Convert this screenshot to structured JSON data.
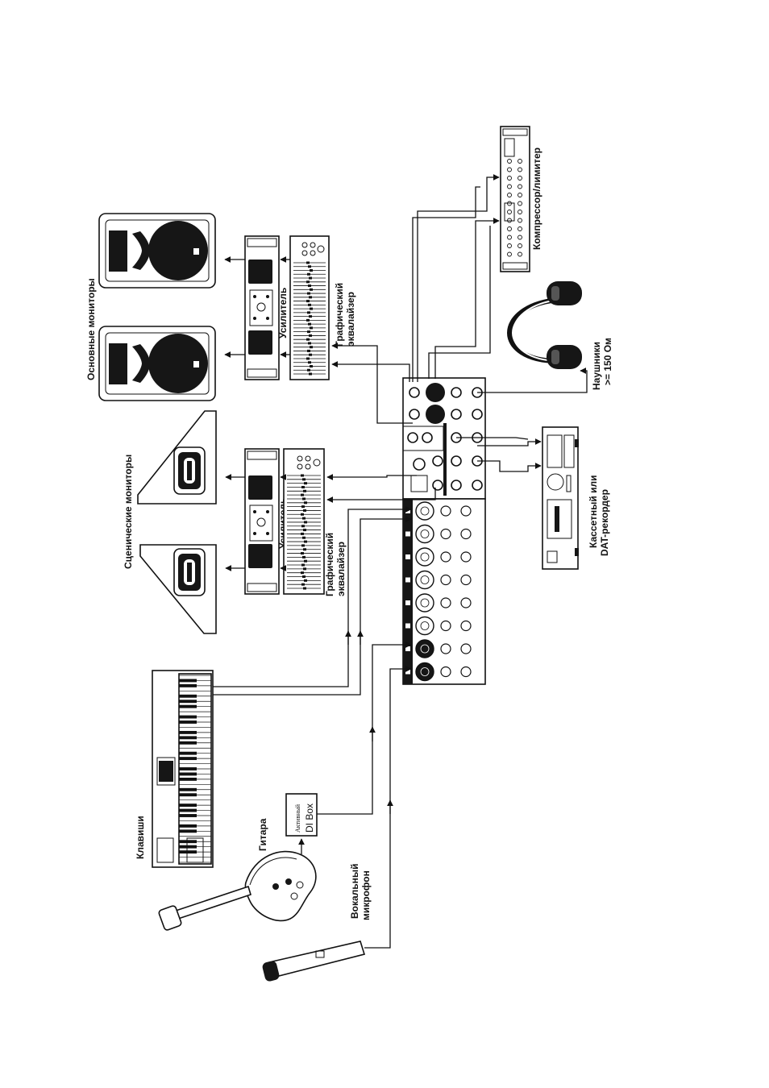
{
  "labels": {
    "main_monitors": "Основные мониторы",
    "stage_monitors": "Сценические мониторы",
    "amp_top": "Усилитель",
    "eq_top_line1": "Графический",
    "eq_top_line2": "эквалайзер",
    "amp_bottom": "Усилитель",
    "eq_bottom_line1": "Графический",
    "eq_bottom_line2": "эквалайзер",
    "compressor": "Компрессор/лимитер",
    "headphones_line1": "Наушники",
    "headphones_line2": ">= 150 Ом",
    "recorder_line1": "Кассетный или",
    "recorder_line2": "DAT-рекордер",
    "keys": "Клавиши",
    "guitar": "Гитара",
    "di_line1": "Активный",
    "di_line2": "DI Box",
    "mic_line1": "Вокальный",
    "mic_line2": "микрофон"
  }
}
